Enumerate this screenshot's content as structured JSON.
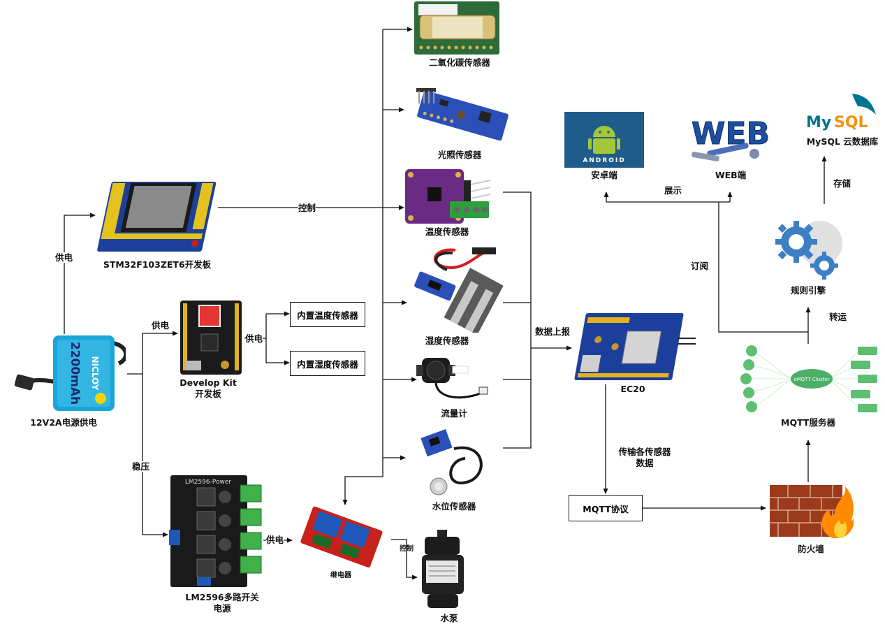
{
  "nodes": {
    "co2_sensor": "二氧化碳传感器",
    "light_sensor": "光照传感器",
    "temp_sensor": "温度传感器",
    "humidity_sensor": "湿度传感器",
    "flow_meter": "流量计",
    "water_level_sensor": "水位传感器",
    "water_pump": "水泵",
    "relay": "继电器",
    "stm32_board": "STM32F103ZET6开发板",
    "power_supply": "12V2A电源供电",
    "devkit_line1": "Develop Kit",
    "devkit_line2": "开发板",
    "builtin_temp": "内置温度传感器",
    "builtin_humidity": "内置湿度传感器",
    "lm2596_line1": "LM2596多路开关",
    "lm2596_line2": "电源",
    "ec20": "EC20",
    "mqtt_protocol": "MQTT协议",
    "firewall": "防火墙",
    "mqtt_server": "MQTT服务器",
    "rule_engine": "规则引擎",
    "android_client": "安卓端",
    "web_client": "WEB端",
    "mysql_db": "MySQL 云数据库"
  },
  "edge_labels": {
    "power_to_stm32": "供电",
    "power_to_devkit": "供电",
    "regulate": "稳压",
    "devkit_to_builtin": "供电",
    "lm2596_to_relay": "供电",
    "control_sensors": "控制",
    "relay_to_pump": "控制",
    "data_report": "数据上报",
    "transmit_line1": "传输各传感器",
    "transmit_line2": "数据",
    "subscribe": "订阅",
    "display": "展示",
    "forward": "转运",
    "store": "存储"
  },
  "image_text": {
    "battery_brand": "NICLOY",
    "battery_capacity": "2200mAh",
    "android_logo": "ANDROID",
    "web_logo": "WEB",
    "mysql_logo_my": "My",
    "mysql_logo_sql": "SQL",
    "lm2596_silk": "LM2596-Power",
    "mqtt_cluster": "eMQTT Cluster"
  },
  "colors": {
    "line": "#111111",
    "android_tile": "#1f5c8a",
    "android_green": "#a4c639",
    "web_blue": "#1d4fa0",
    "mysql_blue": "#00758f",
    "mysql_orange": "#f29111",
    "battery_blue": "#1aa6d8",
    "pcb_green": "#2e6b3a",
    "pcb_blue": "#1d3f9c",
    "pcb_purple": "#6b2a83",
    "relay_red": "#c8201a",
    "gear_blue": "#3d7fc4",
    "firewall_brick": "#9b3a1c",
    "flame_orange": "#ff8a00"
  }
}
